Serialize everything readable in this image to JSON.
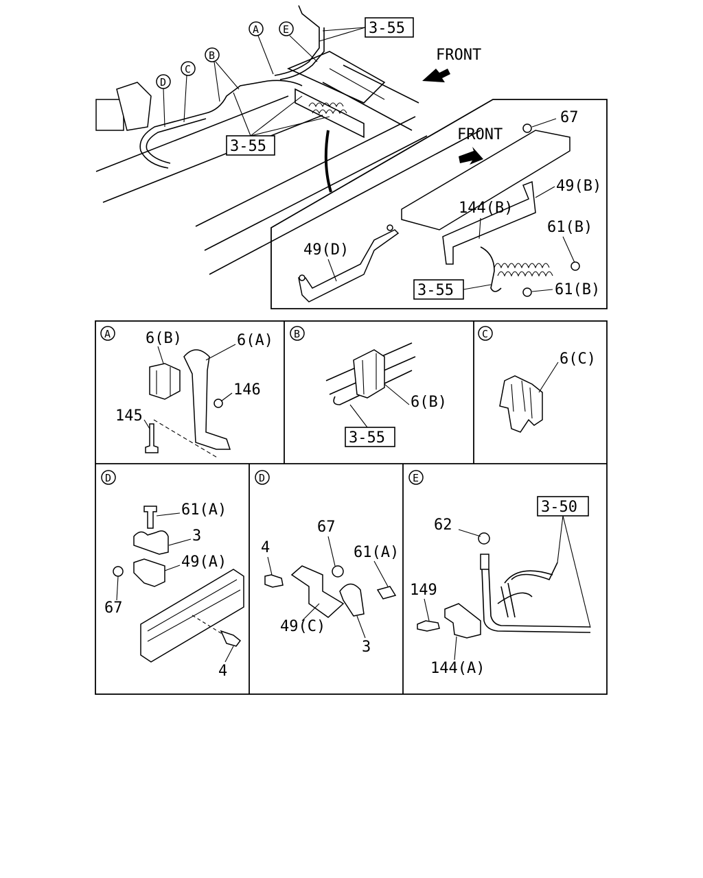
{
  "main_view": {
    "front_label": "FRONT",
    "ref_top": "3-55",
    "ref_mid": "3-55",
    "callouts": [
      "A",
      "E",
      "B",
      "C",
      "D"
    ]
  },
  "inset_view": {
    "front_label": "FRONT",
    "labels": {
      "p67": "67",
      "p49b": "49(B)",
      "p144b": "144(B)",
      "p61b_1": "61(B)",
      "p61b_2": "61(B)",
      "p49d": "49(D)",
      "ref": "3-55"
    }
  },
  "detail_a": {
    "tag": "A",
    "labels": {
      "p6b": "6(B)",
      "p6a": "6(A)",
      "p146": "146",
      "p145": "145"
    }
  },
  "detail_b": {
    "tag": "B",
    "labels": {
      "p6b": "6(B)",
      "ref": "3-55"
    }
  },
  "detail_c": {
    "tag": "C",
    "labels": {
      "p6c": "6(C)"
    }
  },
  "detail_d1": {
    "tag": "D",
    "labels": {
      "p61a": "61(A)",
      "p3": "3",
      "p49a": "49(A)",
      "p67": "67",
      "p4": "4"
    }
  },
  "detail_d2": {
    "tag": "D",
    "labels": {
      "p67": "67",
      "p4": "4",
      "p61a": "61(A)",
      "p49c": "49(C)",
      "p3": "3"
    }
  },
  "detail_e": {
    "tag": "E",
    "labels": {
      "ref": "3-50",
      "p62": "62",
      "p149": "149",
      "p144a": "144(A)"
    }
  }
}
